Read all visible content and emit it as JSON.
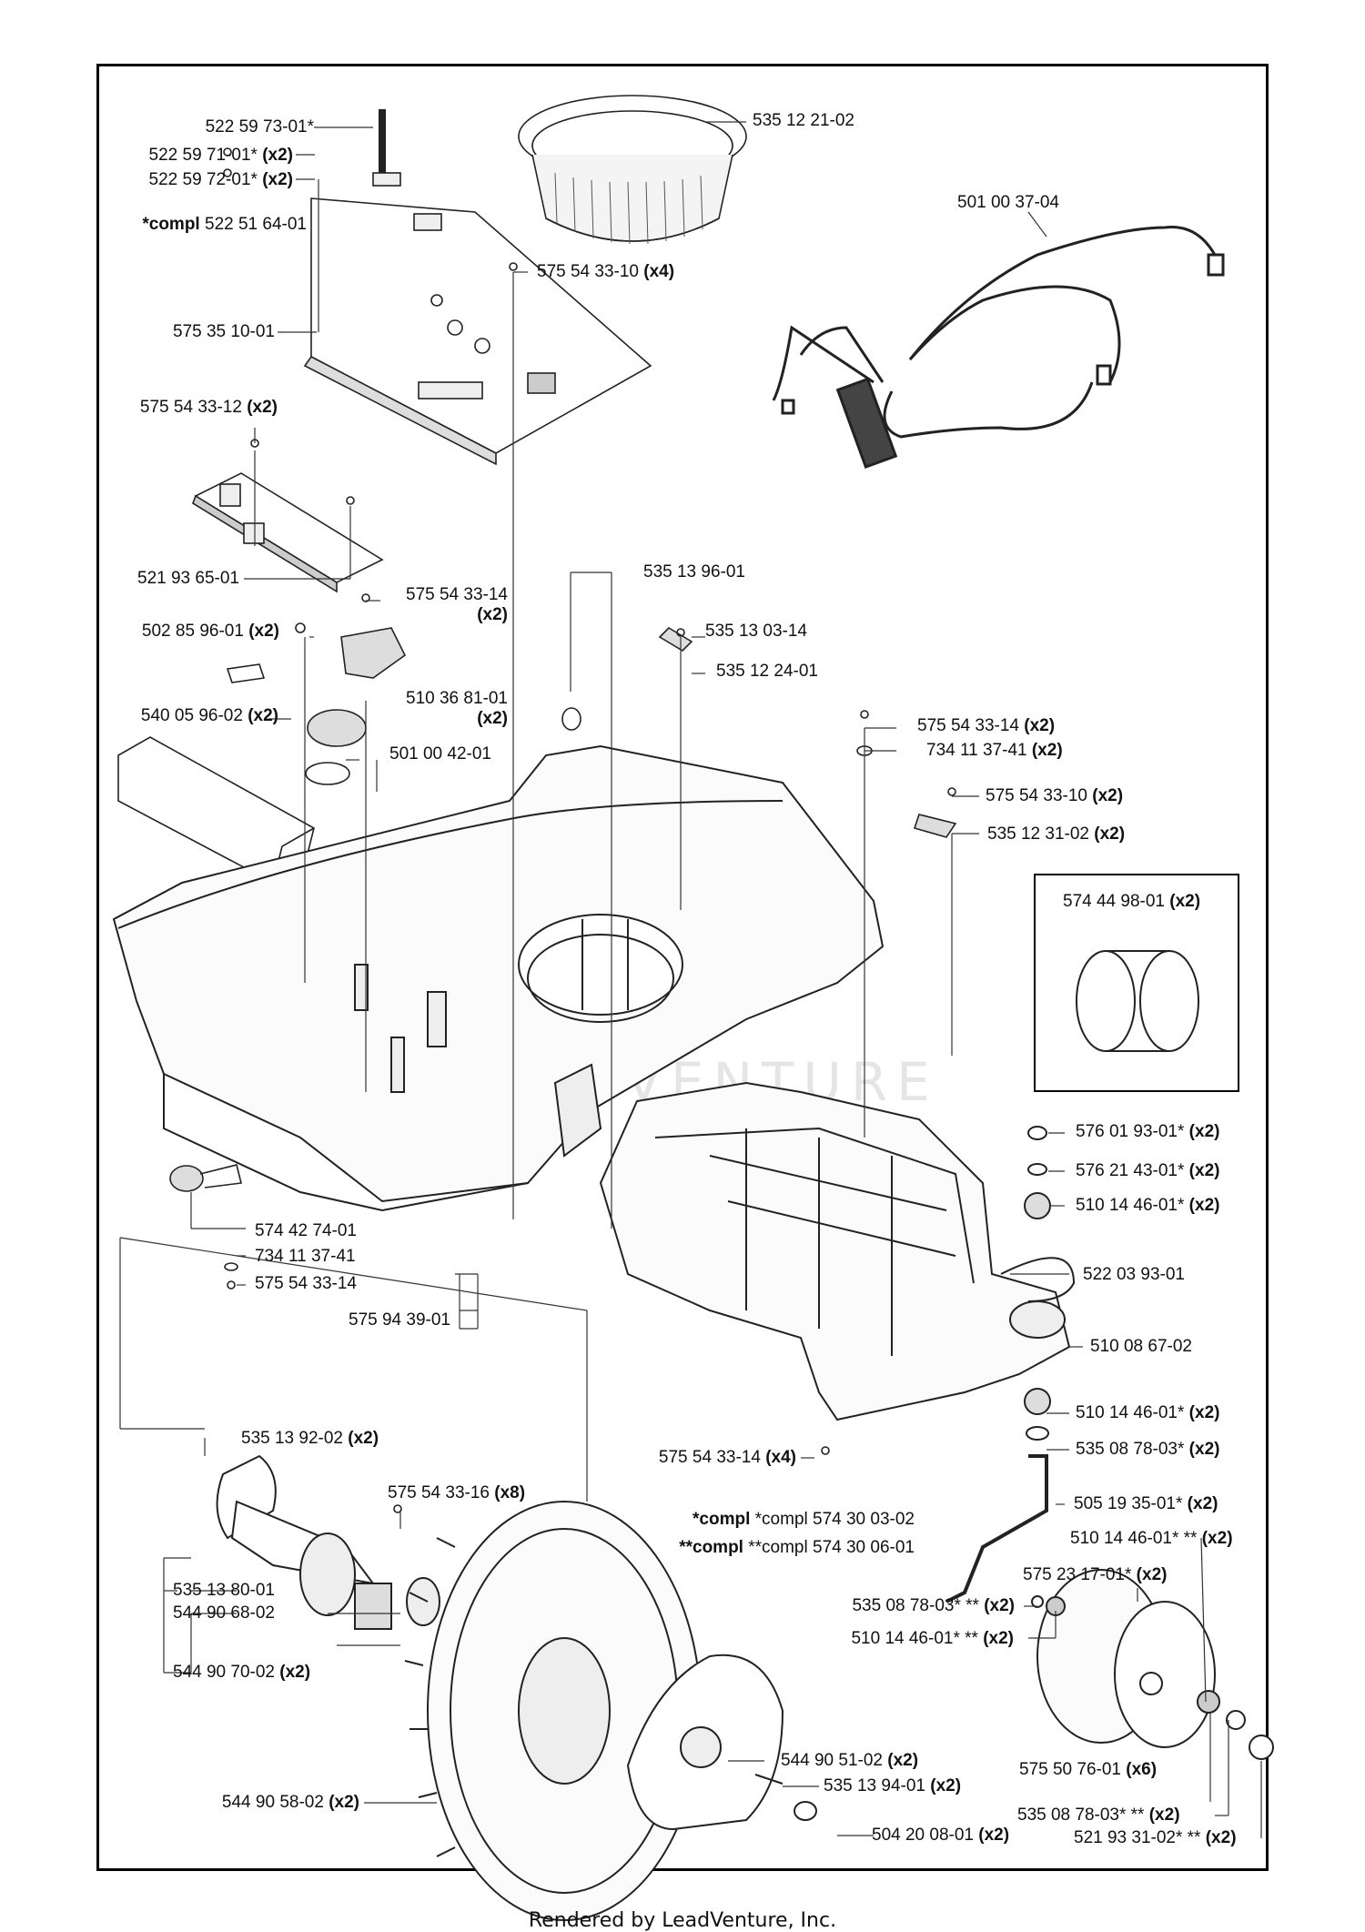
{
  "footer": "Rendered by LeadVenture, Inc.",
  "watermark": "LEADVENTURE",
  "notes": {
    "compl1": "*compl 574 30 03-02",
    "compl2": "**compl 574 30 06-01"
  },
  "labels": [
    {
      "id": "p1",
      "num": "522 59 73-01*",
      "qty": ""
    },
    {
      "id": "p2",
      "num": "522 59 71-01*",
      "qty": "(x2)"
    },
    {
      "id": "p3",
      "num": "522 59 72-01*",
      "qty": "(x2)"
    },
    {
      "id": "p4",
      "num": "522 51 64-01",
      "qty": "",
      "prefix": "*compl"
    },
    {
      "id": "p5",
      "num": "535 12 21-02",
      "qty": ""
    },
    {
      "id": "p6",
      "num": "501 00 37-04",
      "qty": ""
    },
    {
      "id": "p7",
      "num": "575 54 33-10",
      "qty": "(x4)"
    },
    {
      "id": "p8",
      "num": "575 35 10-01",
      "qty": ""
    },
    {
      "id": "p9",
      "num": "575 54 33-12",
      "qty": "(x2)"
    },
    {
      "id": "p10",
      "num": "521 93 65-01",
      "qty": ""
    },
    {
      "id": "p11",
      "num": "535 13 96-01",
      "qty": ""
    },
    {
      "id": "p12",
      "num": "575 54 33-14",
      "qty": "(x2)"
    },
    {
      "id": "p13",
      "num": "502 85 96-01",
      "qty": "(x2)"
    },
    {
      "id": "p14",
      "num": "535 13 03-14",
      "qty": ""
    },
    {
      "id": "p15",
      "num": "535 12 24-01",
      "qty": ""
    },
    {
      "id": "p16",
      "num": "510 36 81-01",
      "qty": "(x2)"
    },
    {
      "id": "p17",
      "num": "540 05 96-02",
      "qty": "(x2)"
    },
    {
      "id": "p18",
      "num": "575 54 33-14",
      "qty": "(x2)"
    },
    {
      "id": "p19",
      "num": "734 11 37-41",
      "qty": "(x2)"
    },
    {
      "id": "p20",
      "num": "501 00 42-01",
      "qty": ""
    },
    {
      "id": "p21",
      "num": "575 54 33-10",
      "qty": "(x2)"
    },
    {
      "id": "p22",
      "num": "535 12 31-02",
      "qty": "(x2)"
    },
    {
      "id": "p23",
      "num": "574 44 98-01",
      "qty": "(x2)"
    },
    {
      "id": "p24",
      "num": "576 01 93-01*",
      "qty": "(x2)"
    },
    {
      "id": "p25",
      "num": "576 21 43-01*",
      "qty": "(x2)"
    },
    {
      "id": "p26",
      "num": "510 14 46-01*",
      "qty": "(x2)"
    },
    {
      "id": "p27",
      "num": "574 42 74-01",
      "qty": ""
    },
    {
      "id": "p28",
      "num": "734 11 37-41",
      "qty": ""
    },
    {
      "id": "p29",
      "num": "575 54 33-14",
      "qty": ""
    },
    {
      "id": "p30",
      "num": "522 03 93-01",
      "qty": ""
    },
    {
      "id": "p31",
      "num": "575 94 39-01",
      "qty": ""
    },
    {
      "id": "p32",
      "num": "510 08 67-02",
      "qty": ""
    },
    {
      "id": "p33",
      "num": "510 14 46-01*",
      "qty": "(x2)"
    },
    {
      "id": "p34",
      "num": "535 13 92-02",
      "qty": "(x2)"
    },
    {
      "id": "p35",
      "num": "535 08 78-03*",
      "qty": "(x2)"
    },
    {
      "id": "p36",
      "num": "575 54 33-14",
      "qty": "(x4)"
    },
    {
      "id": "p37",
      "num": "575 54 33-16",
      "qty": "(x8)"
    },
    {
      "id": "p38",
      "num": "505 19 35-01*",
      "qty": "(x2)"
    },
    {
      "id": "p39",
      "num": "510 14 46-01* **",
      "qty": "(x2)"
    },
    {
      "id": "p40",
      "num": "535 13 80-01",
      "qty": ""
    },
    {
      "id": "p41",
      "num": "575 23 17-01*",
      "qty": "(x2)"
    },
    {
      "id": "p42",
      "num": "544 90 68-02",
      "qty": ""
    },
    {
      "id": "p43",
      "num": "535 08 78-03* **",
      "qty": "(x2)"
    },
    {
      "id": "p44",
      "num": "510 14 46-01* **",
      "qty": "(x2)"
    },
    {
      "id": "p45",
      "num": "544 90 70-02",
      "qty": "(x2)"
    },
    {
      "id": "p46",
      "num": "544 90 51-02",
      "qty": "(x2)"
    },
    {
      "id": "p47",
      "num": "575 50 76-01",
      "qty": "(x6)"
    },
    {
      "id": "p48",
      "num": "544 90 58-02",
      "qty": "(x2)"
    },
    {
      "id": "p49",
      "num": "535 13 94-01",
      "qty": "(x2)"
    },
    {
      "id": "p50",
      "num": "535 08 78-03* **",
      "qty": "(x2)"
    },
    {
      "id": "p51",
      "num": "504 20 08-01",
      "qty": "(x2)"
    },
    {
      "id": "p52",
      "num": "521 93 31-02* **",
      "qty": "(x2)"
    }
  ]
}
